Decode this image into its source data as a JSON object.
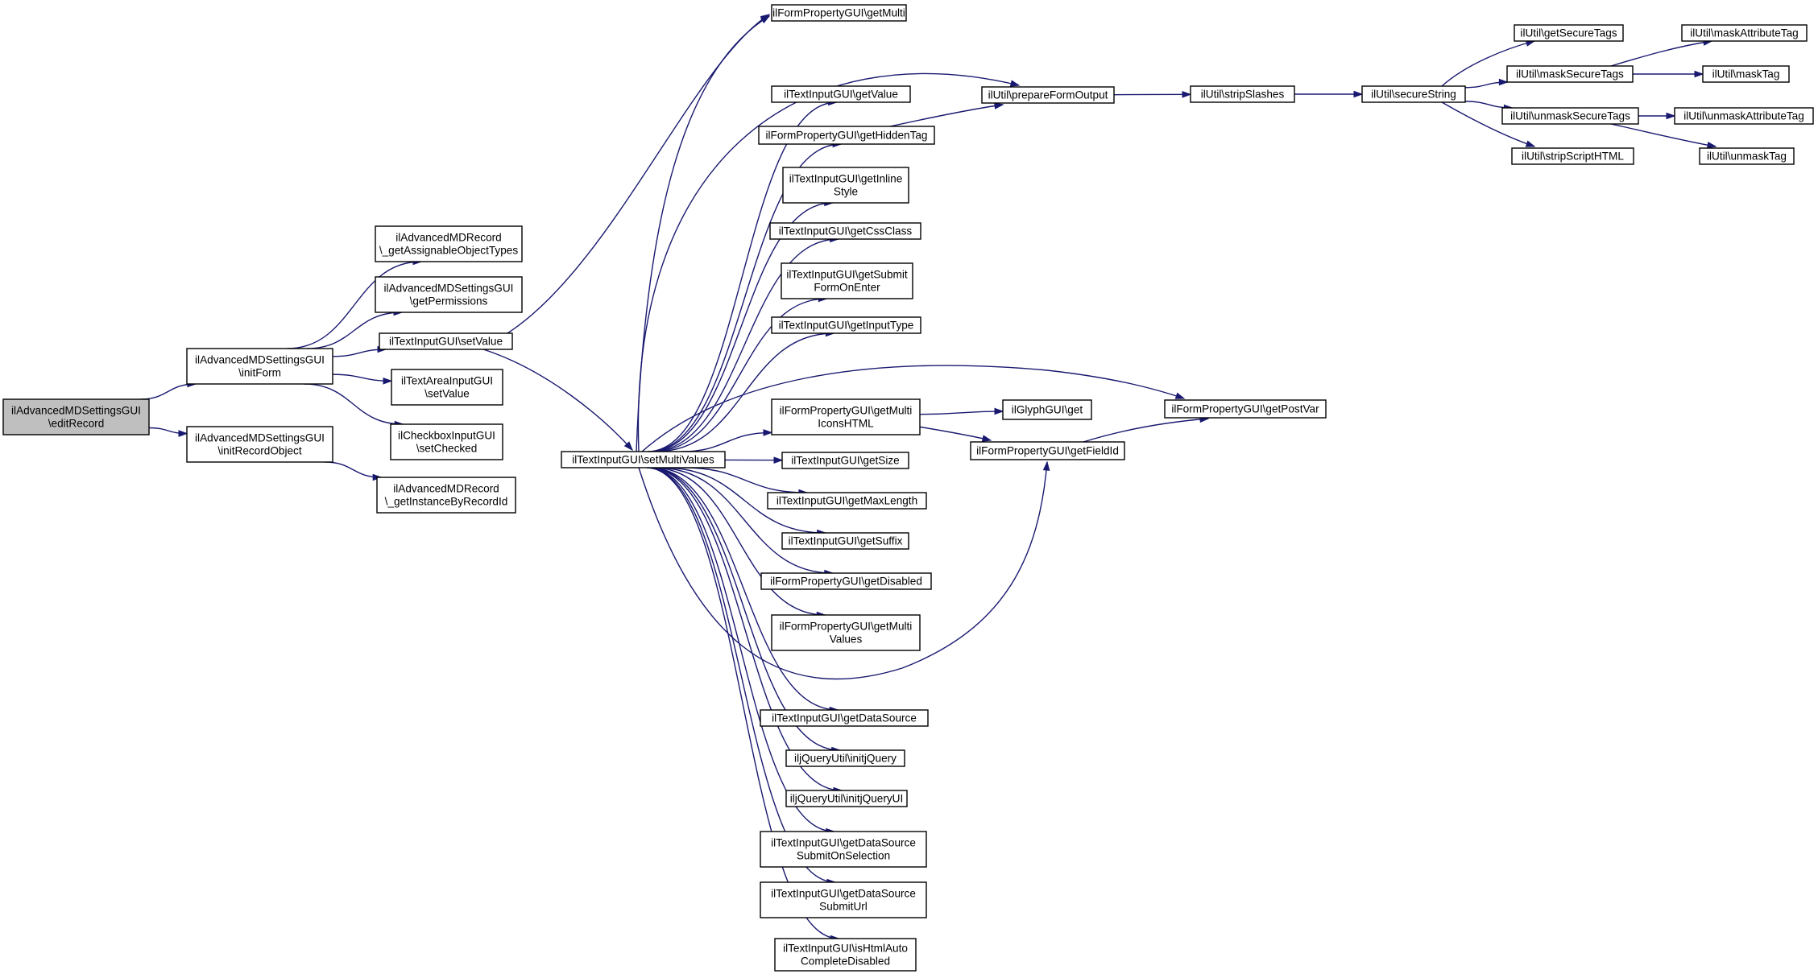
{
  "colors": {
    "edge": "#191970",
    "node_border": "#000000",
    "node_fill": "#ffffff",
    "root_fill": "#bfbfbf"
  },
  "nodes": [
    {
      "id": "editRecord",
      "lines": [
        "ilAdvancedMDSettingsGUI",
        "\\editRecord"
      ],
      "root": true
    },
    {
      "id": "initForm",
      "lines": [
        "ilAdvancedMDSettingsGUI",
        "\\initForm"
      ]
    },
    {
      "id": "initRecordObject",
      "lines": [
        "ilAdvancedMDSettingsGUI",
        "\\initRecordObject"
      ]
    },
    {
      "id": "getAssignable",
      "lines": [
        "ilAdvancedMDRecord",
        "\\_getAssignableObjectTypes"
      ]
    },
    {
      "id": "getPermissions",
      "lines": [
        "ilAdvancedMDSettingsGUI",
        "\\getPermissions"
      ]
    },
    {
      "id": "textSetValue",
      "lines": [
        "ilTextInputGUI\\setValue"
      ]
    },
    {
      "id": "areaSetValue",
      "lines": [
        "ilTextAreaInputGUI",
        "\\setValue"
      ]
    },
    {
      "id": "setChecked",
      "lines": [
        "ilCheckboxInputGUI",
        "\\setChecked"
      ]
    },
    {
      "id": "getInstance",
      "lines": [
        "ilAdvancedMDRecord",
        "\\_getInstanceByRecordId"
      ]
    },
    {
      "id": "setMultiValues",
      "lines": [
        "ilTextInputGUI\\setMultiValues"
      ]
    },
    {
      "id": "getMulti",
      "lines": [
        "ilFormPropertyGUI\\getMulti"
      ]
    },
    {
      "id": "getValue",
      "lines": [
        "ilTextInputGUI\\getValue"
      ]
    },
    {
      "id": "getHiddenTag",
      "lines": [
        "ilFormPropertyGUI\\getHiddenTag"
      ]
    },
    {
      "id": "getInlineStyle",
      "lines": [
        "ilTextInputGUI\\getInline",
        "Style"
      ]
    },
    {
      "id": "getCssClass",
      "lines": [
        "ilTextInputGUI\\getCssClass"
      ]
    },
    {
      "id": "getSubmitFormOnEnter",
      "lines": [
        "ilTextInputGUI\\getSubmit",
        "FormOnEnter"
      ]
    },
    {
      "id": "getInputType",
      "lines": [
        "ilTextInputGUI\\getInputType"
      ]
    },
    {
      "id": "getMultiIconsHTML",
      "lines": [
        "ilFormPropertyGUI\\getMulti",
        "IconsHTML"
      ]
    },
    {
      "id": "getSize",
      "lines": [
        "ilTextInputGUI\\getSize"
      ]
    },
    {
      "id": "getMaxLength",
      "lines": [
        "ilTextInputGUI\\getMaxLength"
      ]
    },
    {
      "id": "getSuffix",
      "lines": [
        "ilTextInputGUI\\getSuffix"
      ]
    },
    {
      "id": "getDisabled",
      "lines": [
        "ilFormPropertyGUI\\getDisabled"
      ]
    },
    {
      "id": "getMultiValues",
      "lines": [
        "ilFormPropertyGUI\\getMulti",
        "Values"
      ]
    },
    {
      "id": "getDataSource",
      "lines": [
        "ilTextInputGUI\\getDataSource"
      ]
    },
    {
      "id": "initjQuery",
      "lines": [
        "iljQueryUtil\\initjQuery"
      ]
    },
    {
      "id": "initjQueryUI",
      "lines": [
        "iljQueryUtil\\initjQueryUI"
      ]
    },
    {
      "id": "getDataSourceSubmitOnSelection",
      "lines": [
        "ilTextInputGUI\\getDataSource",
        "SubmitOnSelection"
      ]
    },
    {
      "id": "getDataSourceSubmitUrl",
      "lines": [
        "ilTextInputGUI\\getDataSource",
        "SubmitUrl"
      ]
    },
    {
      "id": "isHtmlAutoCompleteDisabled",
      "lines": [
        "ilTextInputGUI\\isHtmlAuto",
        "CompleteDisabled"
      ]
    },
    {
      "id": "prepareFormOutput",
      "lines": [
        "ilUtil\\prepareFormOutput"
      ]
    },
    {
      "id": "stripSlashes",
      "lines": [
        "ilUtil\\stripSlashes"
      ]
    },
    {
      "id": "secureString",
      "lines": [
        "ilUtil\\secureString"
      ]
    },
    {
      "id": "getSecureTags",
      "lines": [
        "ilUtil\\getSecureTags"
      ]
    },
    {
      "id": "maskSecureTags",
      "lines": [
        "ilUtil\\maskSecureTags"
      ]
    },
    {
      "id": "unmaskSecureTags",
      "lines": [
        "ilUtil\\unmaskSecureTags"
      ]
    },
    {
      "id": "stripScriptHTML",
      "lines": [
        "ilUtil\\stripScriptHTML"
      ]
    },
    {
      "id": "maskAttributeTag",
      "lines": [
        "ilUtil\\maskAttributeTag"
      ]
    },
    {
      "id": "maskTag",
      "lines": [
        "ilUtil\\maskTag"
      ]
    },
    {
      "id": "unmaskAttributeTag",
      "lines": [
        "ilUtil\\unmaskAttributeTag"
      ]
    },
    {
      "id": "unmaskTag",
      "lines": [
        "ilUtil\\unmaskTag"
      ]
    },
    {
      "id": "glyphGet",
      "lines": [
        "ilGlyphGUI\\get"
      ]
    },
    {
      "id": "getFieldId",
      "lines": [
        "ilFormPropertyGUI\\getFieldId"
      ]
    },
    {
      "id": "getPostVar",
      "lines": [
        "ilFormPropertyGUI\\getPostVar"
      ]
    }
  ],
  "edges": [
    {
      "from": "editRecord",
      "to": "initForm"
    },
    {
      "from": "editRecord",
      "to": "initRecordObject"
    },
    {
      "from": "initForm",
      "to": "getAssignable"
    },
    {
      "from": "initForm",
      "to": "getPermissions"
    },
    {
      "from": "initForm",
      "to": "textSetValue"
    },
    {
      "from": "initForm",
      "to": "areaSetValue"
    },
    {
      "from": "initForm",
      "to": "setChecked"
    },
    {
      "from": "initRecordObject",
      "to": "getInstance"
    },
    {
      "from": "textSetValue",
      "to": "getMulti"
    },
    {
      "from": "textSetValue",
      "to": "setMultiValues"
    },
    {
      "from": "setMultiValues",
      "to": "getMulti"
    },
    {
      "from": "setMultiValues",
      "to": "prepareFormOutput"
    },
    {
      "from": "setMultiValues",
      "to": "getValue"
    },
    {
      "from": "setMultiValues",
      "to": "getHiddenTag"
    },
    {
      "from": "setMultiValues",
      "to": "getInlineStyle"
    },
    {
      "from": "setMultiValues",
      "to": "getCssClass"
    },
    {
      "from": "setMultiValues",
      "to": "getSubmitFormOnEnter"
    },
    {
      "from": "setMultiValues",
      "to": "getInputType"
    },
    {
      "from": "setMultiValues",
      "to": "getPostVar"
    },
    {
      "from": "setMultiValues",
      "to": "getMultiIconsHTML"
    },
    {
      "from": "setMultiValues",
      "to": "getSize"
    },
    {
      "from": "setMultiValues",
      "to": "getMaxLength"
    },
    {
      "from": "setMultiValues",
      "to": "getSuffix"
    },
    {
      "from": "setMultiValues",
      "to": "getDisabled"
    },
    {
      "from": "setMultiValues",
      "to": "getMultiValues"
    },
    {
      "from": "setMultiValues",
      "to": "getFieldId"
    },
    {
      "from": "setMultiValues",
      "to": "getDataSource"
    },
    {
      "from": "setMultiValues",
      "to": "initjQuery"
    },
    {
      "from": "setMultiValues",
      "to": "initjQueryUI"
    },
    {
      "from": "setMultiValues",
      "to": "getDataSourceSubmitOnSelection"
    },
    {
      "from": "setMultiValues",
      "to": "getDataSourceSubmitUrl"
    },
    {
      "from": "setMultiValues",
      "to": "isHtmlAutoCompleteDisabled"
    },
    {
      "from": "getHiddenTag",
      "to": "prepareFormOutput"
    },
    {
      "from": "getMultiIconsHTML",
      "to": "glyphGet"
    },
    {
      "from": "getMultiIconsHTML",
      "to": "getFieldId"
    },
    {
      "from": "getFieldId",
      "to": "getPostVar"
    },
    {
      "from": "prepareFormOutput",
      "to": "stripSlashes"
    },
    {
      "from": "stripSlashes",
      "to": "secureString"
    },
    {
      "from": "secureString",
      "to": "getSecureTags"
    },
    {
      "from": "secureString",
      "to": "maskSecureTags"
    },
    {
      "from": "secureString",
      "to": "unmaskSecureTags"
    },
    {
      "from": "secureString",
      "to": "stripScriptHTML"
    },
    {
      "from": "maskSecureTags",
      "to": "maskAttributeTag"
    },
    {
      "from": "maskSecureTags",
      "to": "maskTag"
    },
    {
      "from": "unmaskSecureTags",
      "to": "unmaskAttributeTag"
    },
    {
      "from": "unmaskSecureTags",
      "to": "unmaskTag"
    }
  ]
}
